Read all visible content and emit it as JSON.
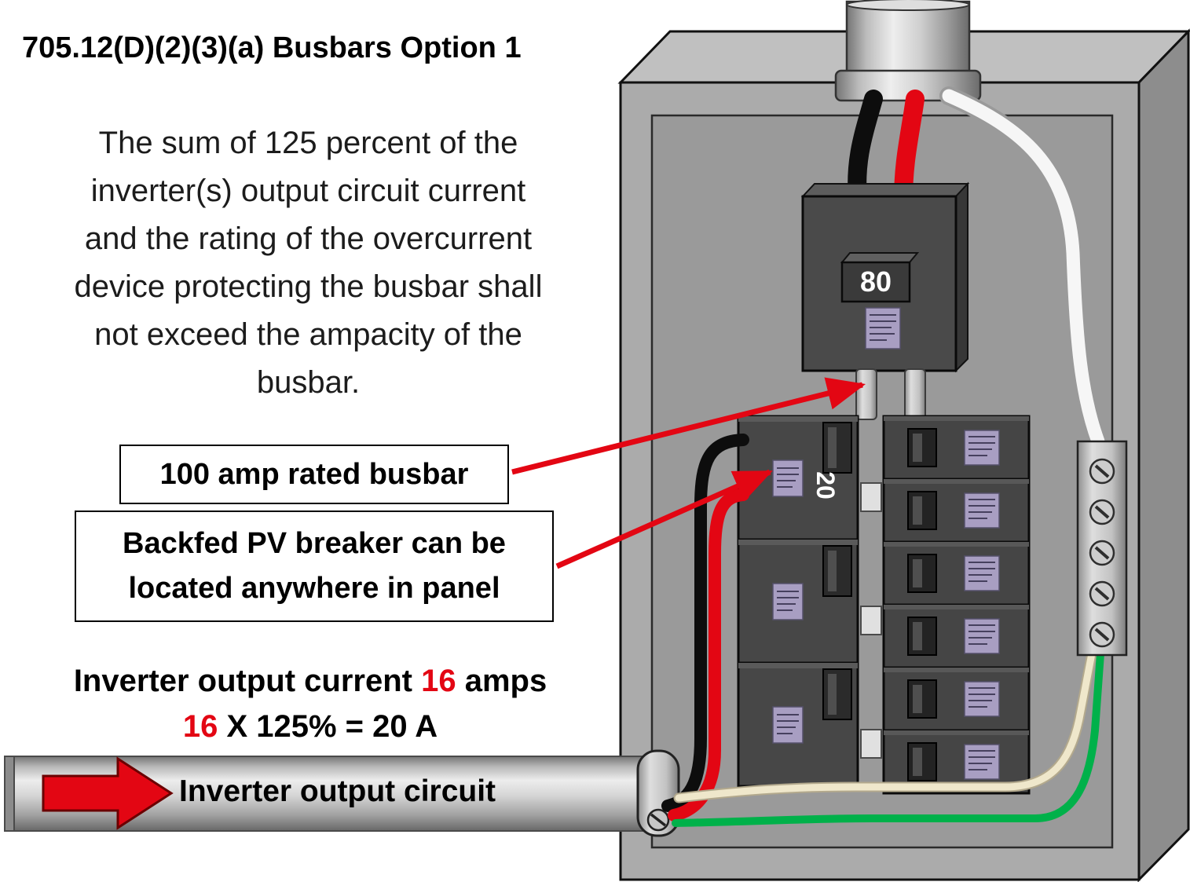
{
  "title": "705.12(D)(2)(3)(a) Busbars Option 1",
  "paragraph_lines": [
    "The sum of 125 percent of the",
    "inverter(s) output circuit current",
    "and the rating of the overcurrent",
    "device protecting the busbar shall",
    "not exceed the ampacity of the",
    "busbar."
  ],
  "callouts": {
    "busbar_label": "100 amp rated busbar",
    "backfed_line1": "Backfed PV breaker can be",
    "backfed_line2": "located anywhere in panel"
  },
  "calc": {
    "line1_prefix": "Inverter output current ",
    "line1_value": "16",
    "line1_suffix": " amps",
    "line2_value": "16",
    "line2_suffix": " X 125% = 20 A"
  },
  "conduit": {
    "label": "Inverter output circuit"
  },
  "panel": {
    "main_breaker_rating": "80",
    "pv_breaker_rating": "20"
  },
  "colors": {
    "accent_red": "#e30613",
    "wire_green": "#00b14a",
    "wire_white": "#f6f6f6",
    "wire_black": "#0d0d0d",
    "wire_neutral_tan": "#efe7cb",
    "panel_gray": "#ababab",
    "breaker_gray": "#474747",
    "label_purple": "#a89ec2"
  }
}
